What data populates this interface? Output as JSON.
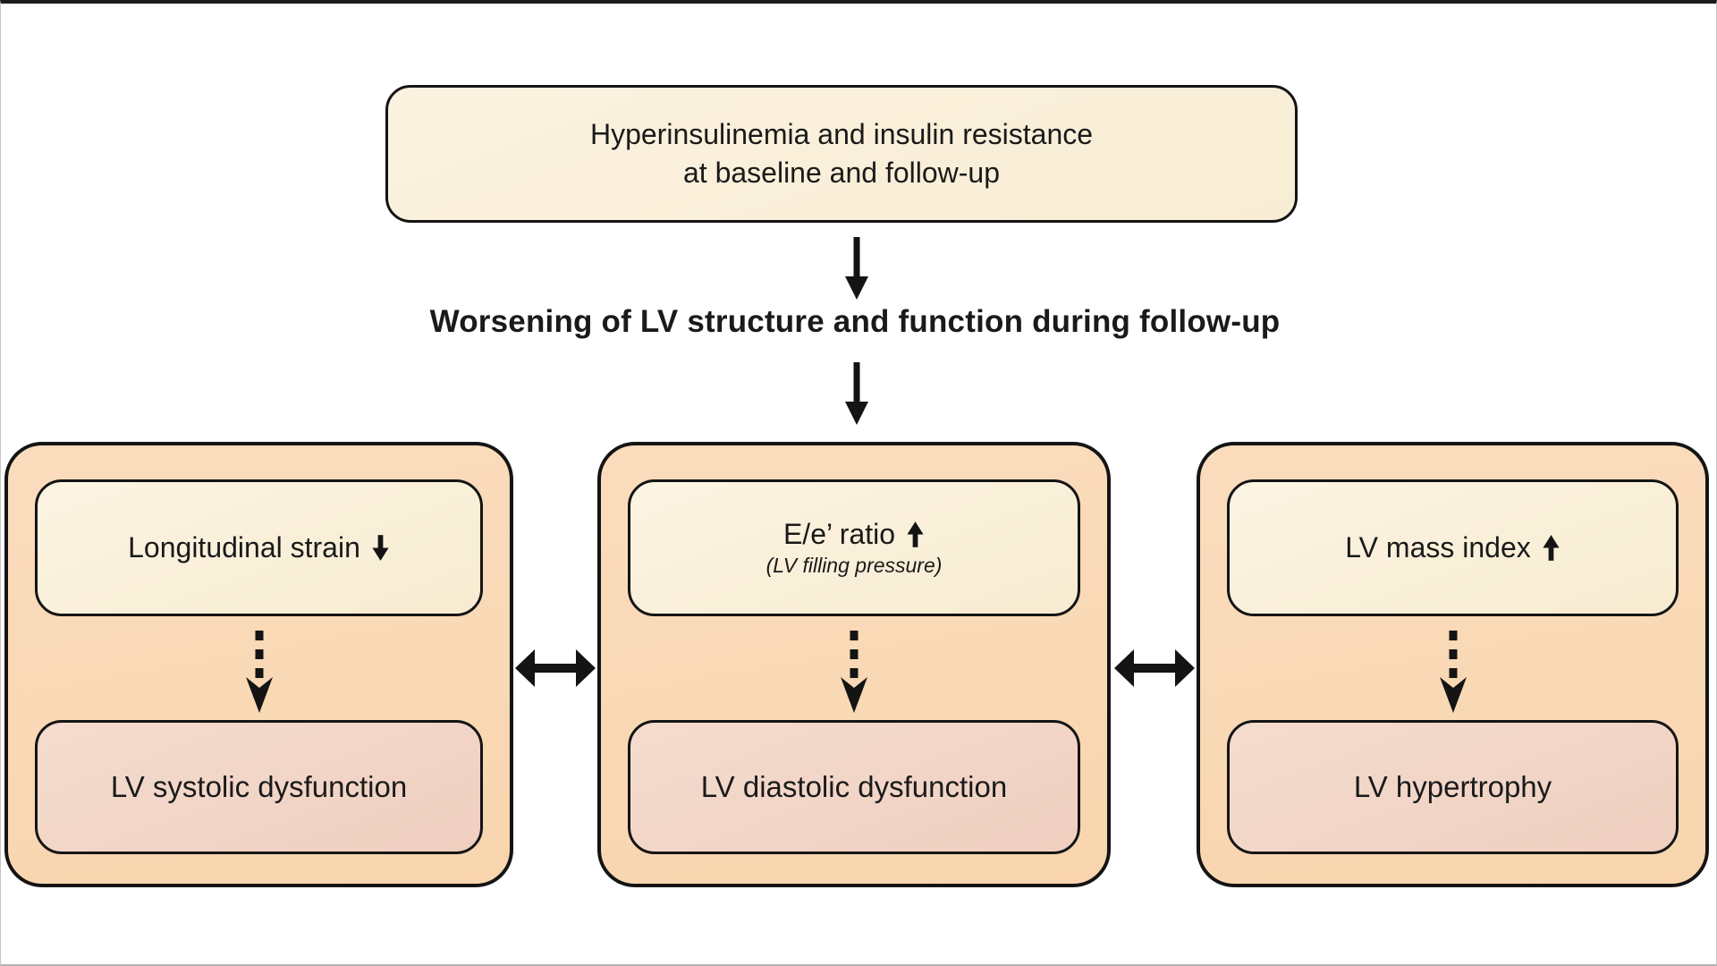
{
  "diagram": {
    "top_box": {
      "line1": "Hyperinsulinemia and insulin resistance",
      "line2": "at baseline and follow-up"
    },
    "heading": "Worsening of LV structure and function during follow-up",
    "panels": [
      {
        "indicator": "Longitudinal strain",
        "indicator_direction": "down",
        "note": "",
        "outcome": "LV systolic dysfunction"
      },
      {
        "indicator": "E/e’ ratio",
        "indicator_direction": "up",
        "note": "(LV filling pressure)",
        "outcome": "LV diastolic dysfunction"
      },
      {
        "indicator": "LV mass index",
        "indicator_direction": "up",
        "note": "",
        "outcome": "LV hypertrophy"
      }
    ],
    "colors": {
      "panel_bg": "#f9d8b5",
      "indicator_bg": "#faf0da",
      "outcome_bg": "#f2d6c8",
      "border": "#141414",
      "text": "#1a1a1a"
    }
  }
}
